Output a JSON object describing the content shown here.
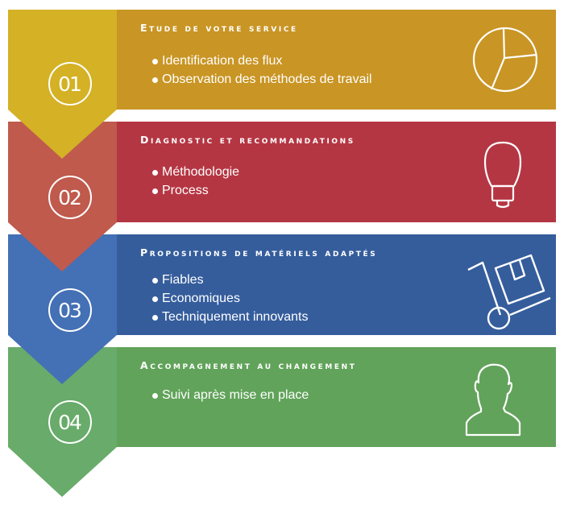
{
  "steps": [
    {
      "number": "01",
      "title": "Etude de votre service",
      "items": [
        "Identification des flux",
        "Observation des méthodes de travail"
      ],
      "icon": "pie-chart-icon",
      "left_color": "#d4b125",
      "band_color": "#c99524"
    },
    {
      "number": "02",
      "title": "Diagnostic et recommandations",
      "items": [
        "Méthodologie",
        "Process"
      ],
      "icon": "light-bulb-icon",
      "left_color": "#bf5a4d",
      "band_color": "#b53643"
    },
    {
      "number": "03",
      "title": "Propositions de matériels adaptés",
      "items": [
        "Fiables",
        "Economiques",
        "Techniquement innovants"
      ],
      "icon": "hand-truck-box-icon",
      "left_color": "#4470b5",
      "band_color": "#355d9c"
    },
    {
      "number": "04",
      "title": "Accompagnement au changement",
      "items": [
        "Suivi après mise en place"
      ],
      "icon": "user-silhouette-icon",
      "left_color": "#68ab6a",
      "band_color": "#61a35a"
    }
  ]
}
